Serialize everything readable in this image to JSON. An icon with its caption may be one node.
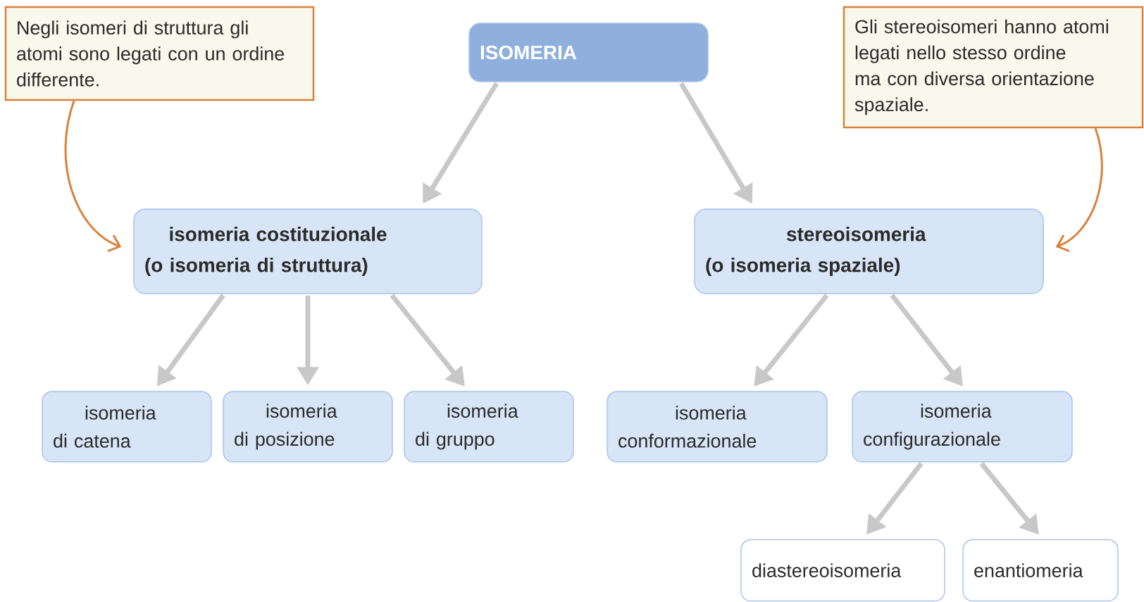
{
  "diagram": {
    "nodes": [
      {
        "text": [
          "Negli isomeri di struttura gli atomi sono legati con un ordine differente."
        ]
      },
      {
        "text": [
          "ISOMERIA"
        ]
      },
      {
        "text": [
          "Gli stereoisomeri hanno atomi legati nello stesso ordine ma con diversa orientazione spaziale."
        ]
      },
      {
        "text": [
          "isomeria costituzionale (o isomeria di struttura)"
        ]
      },
      {
        "text": [
          "stereoisomeria (o isomeria spaziale)"
        ]
      },
      {
        "text": [
          "isomeria di catena"
        ]
      },
      {
        "text": [
          "isomeria di posizione"
        ]
      },
      {
        "text": [
          "isomeria di gruppo"
        ]
      },
      {
        "text": [
          "isomeria conformazionale"
        ]
      },
      {
        "text": [
          "isomeria configurazionale"
        ]
      },
      {
        "text": [
          "diastereoisomeria"
        ]
      },
      {
        "text": [
          "enantiomeria"
        ]
      }
    ],
    "edges": [
      {
        "from": 1,
        "to": 3,
        "arrow": "to"
      },
      {
        "from": 1,
        "to": 4,
        "arrow": "to"
      },
      {
        "from": 3,
        "to": 5,
        "arrow": "to"
      },
      {
        "from": 3,
        "to": 6,
        "arrow": "to"
      },
      {
        "from": 3,
        "to": 7,
        "arrow": "to"
      },
      {
        "from": 4,
        "to": 8,
        "arrow": "to"
      },
      {
        "from": 4,
        "to": 9,
        "arrow": "to"
      },
      {
        "from": 9,
        "to": 10,
        "arrow": "to"
      },
      {
        "from": 9,
        "to": 11,
        "arrow": "to"
      },
      {
        "from": 0,
        "to": 3,
        "arrow": "to",
        "color": "#d9823b"
      },
      {
        "from": 2,
        "to": 4,
        "arrow": "to",
        "color": "#d9823b"
      }
    ]
  }
}
